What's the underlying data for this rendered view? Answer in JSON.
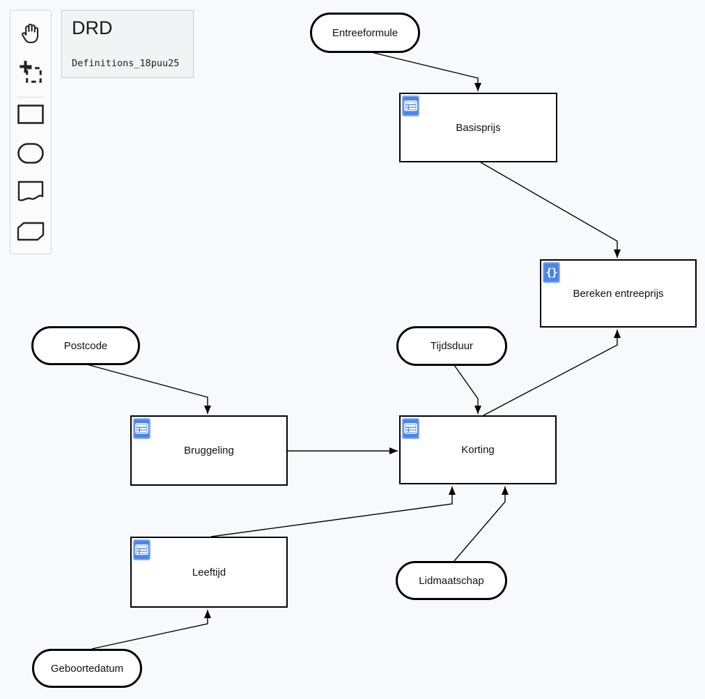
{
  "overview": {
    "title": "DRD",
    "definitions_id": "Definitions_18puu25"
  },
  "palette": {
    "tools": [
      {
        "id": "hand-tool",
        "icon": "hand-icon"
      },
      {
        "id": "lasso-tool",
        "icon": "lasso-icon"
      }
    ],
    "shapes": [
      {
        "id": "create-decision",
        "icon": "rectangle-icon"
      },
      {
        "id": "create-input-data",
        "icon": "stadium-icon"
      },
      {
        "id": "create-knowledge-source",
        "icon": "wavy-rectangle-icon"
      },
      {
        "id": "create-business-knowledge-model",
        "icon": "clipped-rectangle-icon"
      }
    ]
  },
  "nodes": {
    "decisions": [
      {
        "label": "Basisprijs",
        "icon": "decision-table"
      },
      {
        "label": "Bereken entreeprijs",
        "icon": "literal-expression"
      },
      {
        "label": "Bruggeling",
        "icon": "decision-table"
      },
      {
        "label": "Korting",
        "icon": "decision-table"
      },
      {
        "label": "Leeftijd",
        "icon": "decision-table"
      }
    ],
    "inputs": [
      {
        "label": "Entreeformule"
      },
      {
        "label": "Postcode"
      },
      {
        "label": "Tijdsduur"
      },
      {
        "label": "Lidmaatschap"
      },
      {
        "label": "Geboortedatum"
      }
    ]
  },
  "icons": {
    "literal_expression_glyph": "{}"
  },
  "edges": [
    {
      "from": "Entreeformule",
      "to": "Basisprijs"
    },
    {
      "from": "Basisprijs",
      "to": "Bereken entreeprijs"
    },
    {
      "from": "Postcode",
      "to": "Bruggeling"
    },
    {
      "from": "Bruggeling",
      "to": "Korting"
    },
    {
      "from": "Tijdsduur",
      "to": "Korting"
    },
    {
      "from": "Korting",
      "to": "Bereken entreeprijs"
    },
    {
      "from": "Leeftijd",
      "to": "Korting"
    },
    {
      "from": "Lidmaatschap",
      "to": "Korting"
    },
    {
      "from": "Geboortedatum",
      "to": "Leeftijd"
    }
  ],
  "colors": {
    "canvas_bg": "#f8f9fc",
    "node_fill": "#ffffff",
    "node_stroke": "#000000",
    "drill_icon_blue": "#4a86e8",
    "drill_icon_blue_border": "#85adf1"
  }
}
